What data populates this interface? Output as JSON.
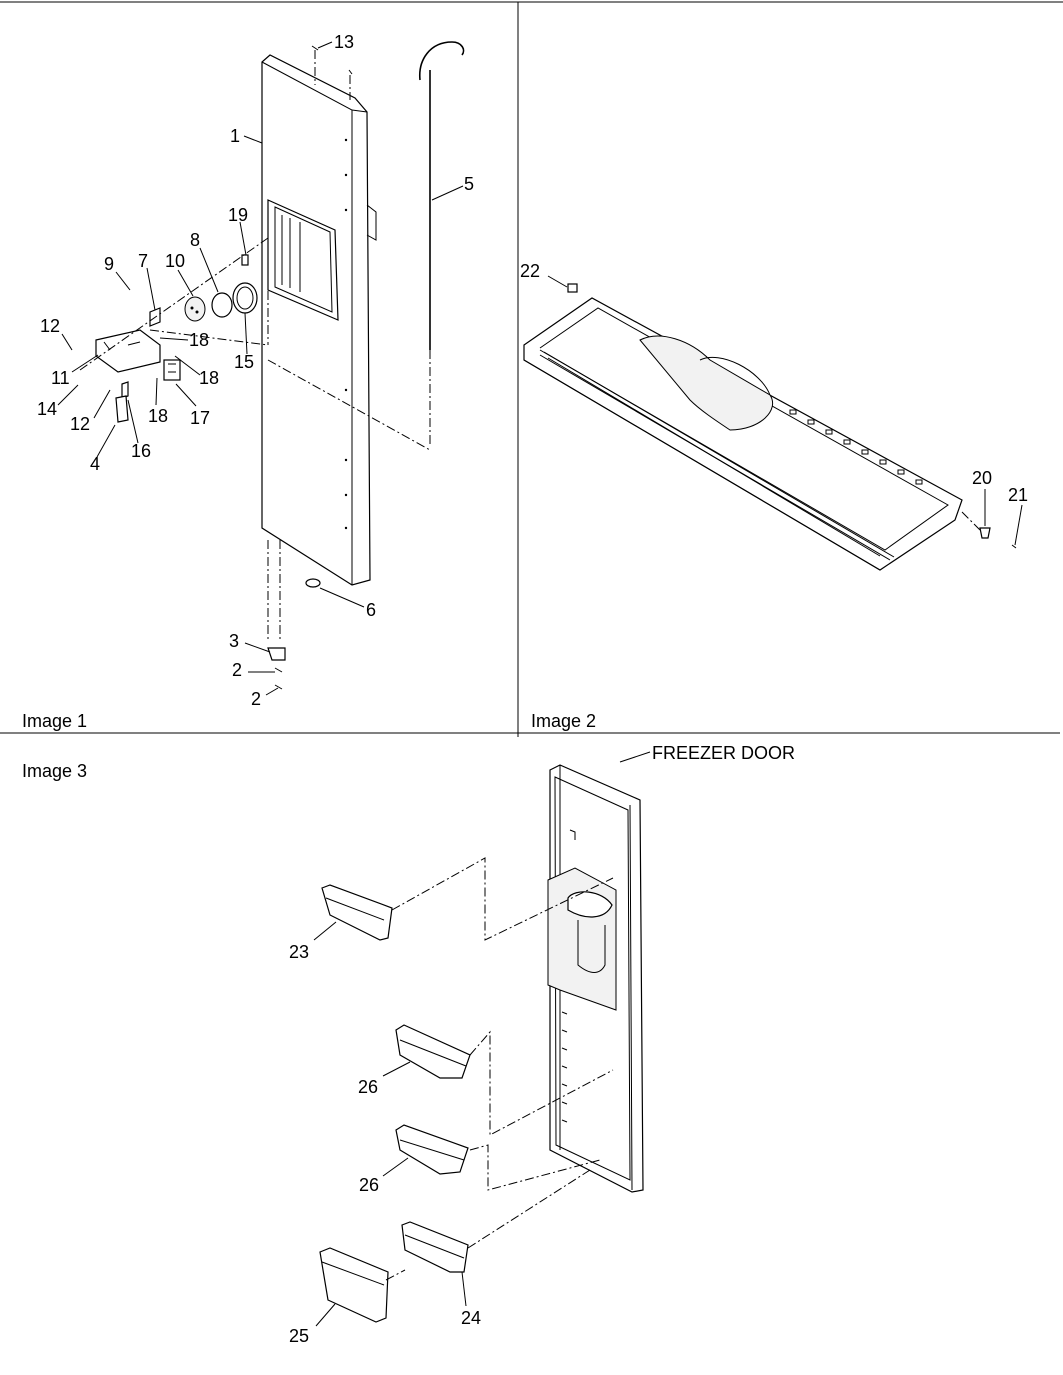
{
  "panels": {
    "image1": {
      "caption": "Image 1"
    },
    "image2": {
      "caption": "Image 2"
    },
    "image3": {
      "caption": "Image 3"
    }
  },
  "freezer_door_label": "FREEZER DOOR",
  "callouts": {
    "c13": "13",
    "c1": "1",
    "c5": "5",
    "c19": "19",
    "c8": "8",
    "c10": "10",
    "c9": "9",
    "c7": "7",
    "c12a": "12",
    "c18a": "18",
    "c11": "11",
    "c18b": "18",
    "c15": "15",
    "c14": "14",
    "c12b": "12",
    "c18c": "18",
    "c17": "17",
    "c4": "4",
    "c16": "16",
    "c6": "6",
    "c3": "3",
    "c2a": "2",
    "c2b": "2",
    "c22": "22",
    "c20": "20",
    "c21": "21",
    "c23": "23",
    "c26a": "26",
    "c26b": "26",
    "c24": "24",
    "c25": "25"
  }
}
